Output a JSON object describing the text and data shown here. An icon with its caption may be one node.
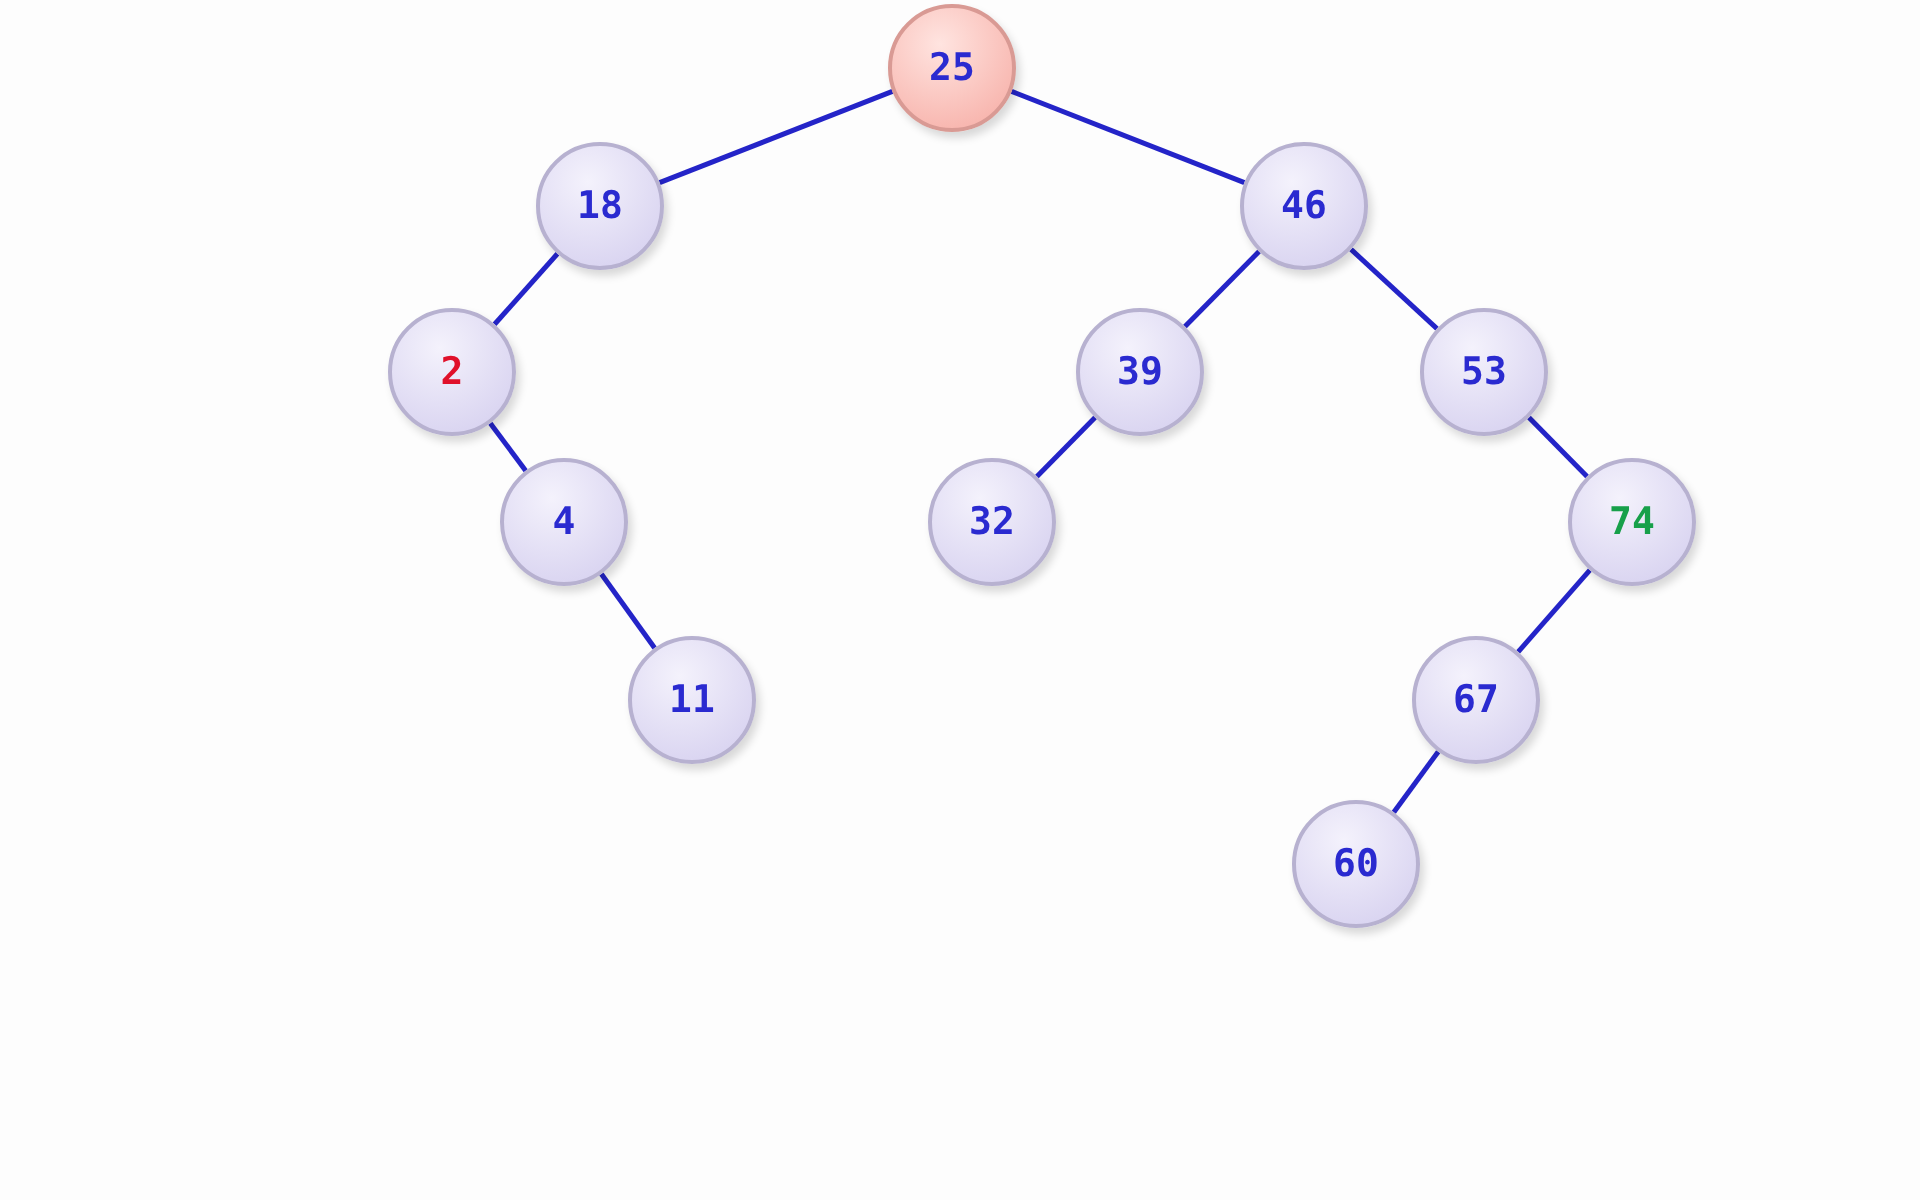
{
  "diagram": {
    "nodes": [
      {
        "text": [
          "25"
        ]
      },
      {
        "text": [
          "18"
        ]
      },
      {
        "text": [
          "46"
        ]
      },
      {
        "text": [
          "2"
        ]
      },
      {
        "text": [
          "39"
        ]
      },
      {
        "text": [
          "53"
        ]
      },
      {
        "text": [
          "4"
        ]
      },
      {
        "text": [
          "32"
        ]
      },
      {
        "text": [
          "74"
        ]
      },
      {
        "text": [
          "11"
        ]
      },
      {
        "text": [
          "67"
        ]
      },
      {
        "text": [
          "60"
        ]
      }
    ],
    "edges": [
      {
        "from": 0,
        "to": 1,
        "arrow": "none"
      },
      {
        "from": 0,
        "to": 2,
        "arrow": "none"
      },
      {
        "from": 1,
        "to": 3,
        "arrow": "none"
      },
      {
        "from": 2,
        "to": 4,
        "arrow": "none"
      },
      {
        "from": 2,
        "to": 5,
        "arrow": "none"
      },
      {
        "from": 3,
        "to": 6,
        "arrow": "none"
      },
      {
        "from": 4,
        "to": 7,
        "arrow": "none"
      },
      {
        "from": 5,
        "to": 8,
        "arrow": "none"
      },
      {
        "from": 6,
        "to": 9,
        "arrow": "none"
      },
      {
        "from": 8,
        "to": 10,
        "arrow": "none"
      },
      {
        "from": 10,
        "to": 11,
        "arrow": "none"
      }
    ]
  }
}
